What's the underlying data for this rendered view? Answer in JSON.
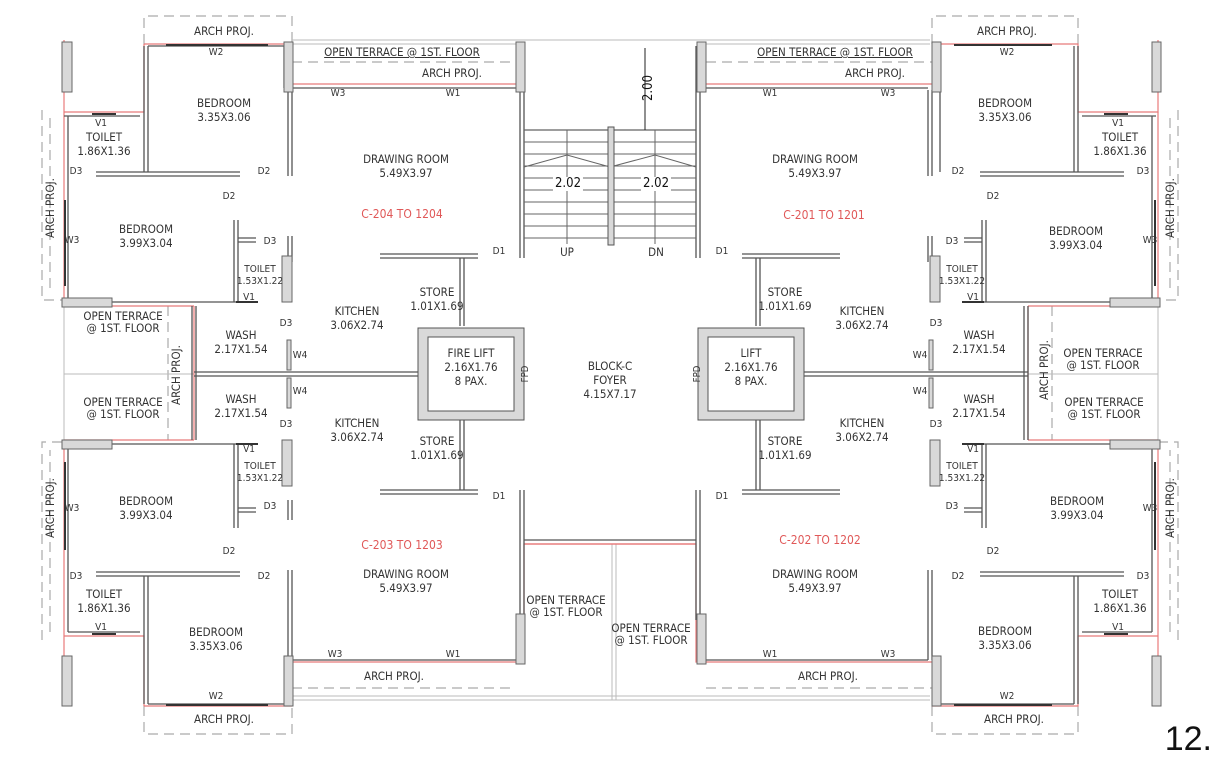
{
  "drawing": {
    "block": "BLOCK-C",
    "page_number": "12.",
    "colors": {
      "wall": "#555555",
      "wall_fill": "#d9d9d9",
      "outline_red": "#e87a7a",
      "dashed": "#aaaaaa",
      "unit_label": "#e05858"
    }
  },
  "units": [
    {
      "id": "c204",
      "label": "C-204 TO 1204"
    },
    {
      "id": "c201",
      "label": "C-201 TO 1201"
    },
    {
      "id": "c203",
      "label": "C-203 TO 1203"
    },
    {
      "id": "c202",
      "label": "C-202 TO 1202"
    }
  ],
  "rooms": {
    "bedroom_a": {
      "name": "BEDROOM",
      "size": "3.35X3.06"
    },
    "bedroom_b": {
      "name": "BEDROOM",
      "size": "3.99X3.04"
    },
    "toilet_a": {
      "name": "TOILET",
      "size": "1.86X1.36"
    },
    "toilet_b": {
      "name": "TOILET",
      "size": "1.53X1.22"
    },
    "drawing": {
      "name": "DRAWING ROOM",
      "size": "5.49X3.97"
    },
    "kitchen": {
      "name": "KITCHEN",
      "size": "3.06X2.74"
    },
    "store": {
      "name": "STORE",
      "size": "1.01X1.69"
    },
    "wash": {
      "name": "WASH",
      "size": "2.17X1.54"
    },
    "fire_lift": {
      "name": "FIRE LIFT",
      "size": "2.16X1.76",
      "capacity": "8 PAX."
    },
    "lift": {
      "name": "LIFT",
      "size": "2.16X1.76",
      "capacity": "8 PAX."
    },
    "foyer": {
      "name": "BLOCK-C",
      "sub": "FOYER",
      "size": "4.15X7.17"
    }
  },
  "annotations": {
    "arch_proj": "ARCH PROJ.",
    "open_terrace_line1": "OPEN TERRACE",
    "open_terrace_line2": "@ 1ST. FLOOR",
    "open_terrace_full": "OPEN TERRACE @ 1ST. FLOOR",
    "fpd": "FPD",
    "up": "UP",
    "dn": "DN"
  },
  "openings": {
    "d1": "D1",
    "d2": "D2",
    "d3": "D3",
    "w1": "W1",
    "w2": "W2",
    "w3": "W3",
    "w4": "W4",
    "v1": "V1"
  },
  "stair_dimensions": {
    "landing": "2.00",
    "flight_left": "2.02",
    "flight_right": "2.02"
  }
}
